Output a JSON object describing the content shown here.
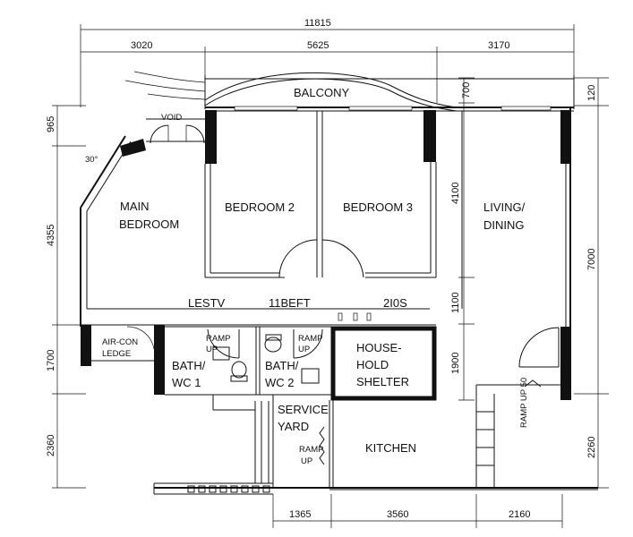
{
  "rooms": {
    "balcony": "BALCONY",
    "void": "VOID",
    "angle": "30°",
    "main_bedroom_1": "MAIN",
    "main_bedroom_2": "BEDROOM",
    "bedroom2": "BEDROOM  2",
    "bedroom3": "BEDROOM  3",
    "living_1": "LIVING/",
    "living_2": "DINING",
    "aircon_1": "AIR-CON",
    "aircon_2": "LEDGE",
    "bath1_1": "BATH/",
    "bath1_2": "WC  1",
    "bath2_1": "BATH/",
    "bath2_2": "WC  2",
    "ramp_a_1": "RAMP",
    "ramp_a_2": "UP",
    "ramp_b_1": "RAMP",
    "ramp_b_2": "UP",
    "ramp_c_1": "RAMP",
    "ramp_c_2": "UP",
    "ramp_d": "RAMP UP 50",
    "shelter_1": "HOUSE-",
    "shelter_2": "HOLD",
    "shelter_3": "SHELTER",
    "service_1": "SERVICE",
    "service_2": "YARD",
    "kitchen": "KITCHEN"
  },
  "corridor_labels": {
    "a": "LESTV",
    "b": "11BEFT",
    "c": "2I0S"
  },
  "dimensions": {
    "top_total": "11815",
    "top_1": "3020",
    "top_2": "5625",
    "top_3": "3170",
    "left_1": "965",
    "left_2": "4355",
    "left_3": "1700",
    "left_4": "2360",
    "mid_1": "4100",
    "mid_2": "1100",
    "mid_3": "1900",
    "mid_top": "700",
    "right_top": "120",
    "right_1": "7000",
    "right_2": "2260",
    "bottom_1": "1365",
    "bottom_2": "3560",
    "bottom_3": "2160"
  }
}
